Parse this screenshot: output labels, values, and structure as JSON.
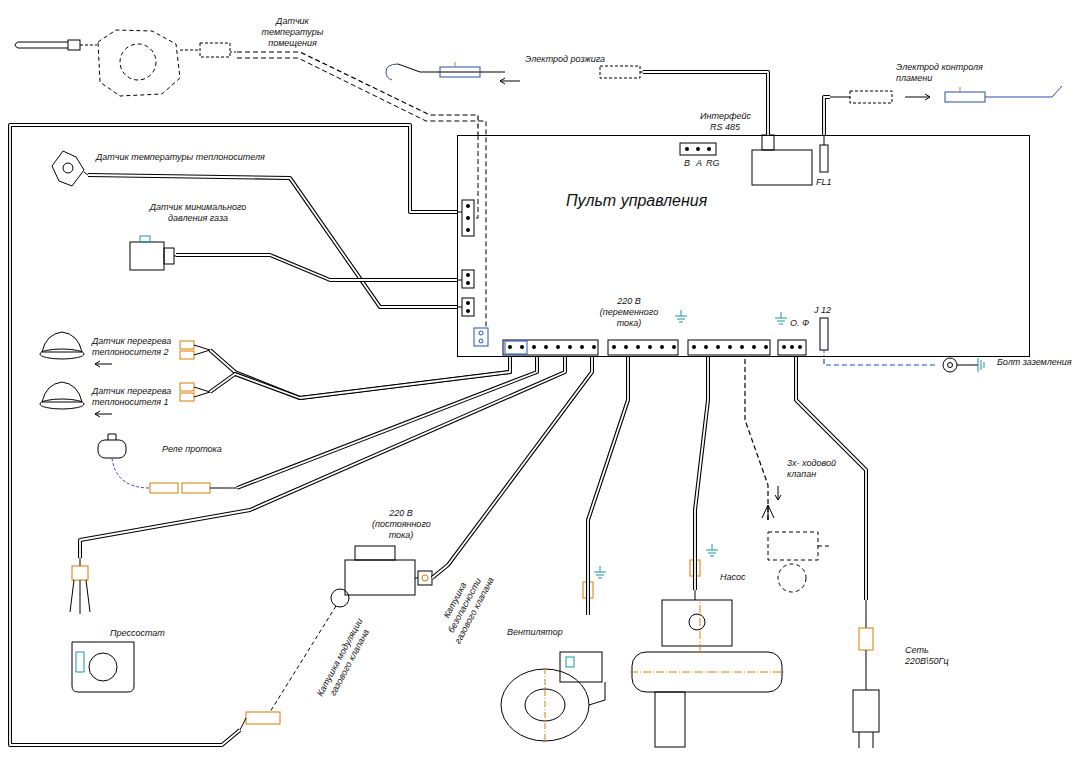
{
  "diagram": {
    "nodes": [
      {
        "text": [
          "Пульт управления"
        ]
      },
      {
        "text": [
          "Датчик температуры помещения"
        ]
      },
      {
        "text": [
          "Электрод розжига"
        ]
      },
      {
        "text": [
          "Электрод контроля пламени"
        ]
      },
      {
        "text": [
          "Датчик температуры теплоносителя"
        ]
      },
      {
        "text": [
          "Датчик минимального давления газа"
        ]
      },
      {
        "text": [
          "Датчик перегрева теплоносителя 2"
        ]
      },
      {
        "text": [
          "Датчик перегрева теплоносителя 1"
        ]
      },
      {
        "text": [
          "Реле протока"
        ]
      },
      {
        "text": [
          "Прессостат"
        ]
      },
      {
        "text": [
          "Катушка безопасности газового клапана",
          "Катушка модуляции газового клапана"
        ]
      },
      {
        "text": [
          "Вентилятор"
        ]
      },
      {
        "text": [
          "Насос"
        ]
      },
      {
        "text": [
          "3х- ходовой клапан"
        ]
      },
      {
        "text": [
          "Сеть 220В\\50Гц"
        ]
      },
      {
        "text": [
          "Болт заземления"
        ]
      }
    ],
    "edges": [
      {
        "from": 1,
        "to": 0,
        "arrow": "none"
      },
      {
        "from": 2,
        "to": 0,
        "arrow": "none"
      },
      {
        "from": 3,
        "to": 0,
        "arrow": "none"
      },
      {
        "from": 4,
        "to": 0,
        "arrow": "none"
      },
      {
        "from": 5,
        "to": 0,
        "arrow": "none"
      },
      {
        "from": 6,
        "to": 0,
        "arrow": "none"
      },
      {
        "from": 7,
        "to": 0,
        "arrow": "none"
      },
      {
        "from": 8,
        "to": 0,
        "arrow": "none"
      },
      {
        "from": 9,
        "to": 0,
        "arrow": "none"
      },
      {
        "from": 10,
        "to": 0,
        "arrow": "none"
      },
      {
        "from": 10,
        "to": 0,
        "arrow": "none"
      },
      {
        "from": 11,
        "to": 0,
        "arrow": "none"
      },
      {
        "from": 12,
        "to": 0,
        "arrow": "none"
      },
      {
        "from": 13,
        "to": 0,
        "arrow": "none"
      },
      {
        "from": 14,
        "to": 0,
        "arrow": "none"
      },
      {
        "from": 15,
        "to": 0,
        "arrow": "none"
      }
    ],
    "labels": [
      "Интерфейс RS 485",
      "B",
      "A",
      "RG",
      "FL1",
      "J 12",
      "220 В (переменного тока)",
      "О. Ф",
      "220 В (постоянного тока)"
    ]
  }
}
